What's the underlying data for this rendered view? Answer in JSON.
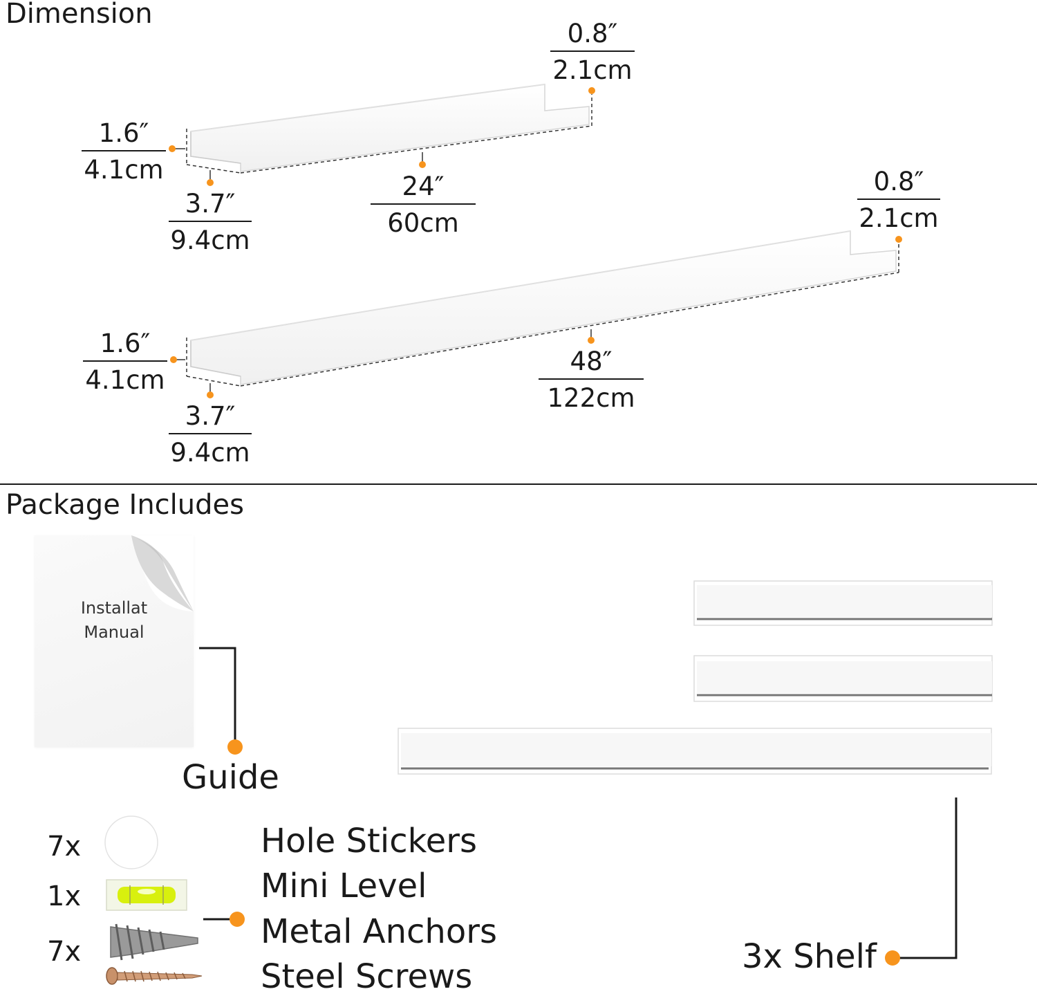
{
  "sections": {
    "dimension_title": "Dimension",
    "package_title": "Package Includes"
  },
  "shelf_24": {
    "lip": {
      "inch": "0.8″",
      "cm": "2.1cm"
    },
    "height": {
      "inch": "1.6″",
      "cm": "4.1cm"
    },
    "depth": {
      "inch": "3.7″",
      "cm": "9.4cm"
    },
    "length": {
      "inch": "24″",
      "cm": "60cm"
    }
  },
  "shelf_48": {
    "lip": {
      "inch": "0.8″",
      "cm": "2.1cm"
    },
    "height": {
      "inch": "1.6″",
      "cm": "4.1cm"
    },
    "depth": {
      "inch": "3.7″",
      "cm": "9.4cm"
    },
    "length": {
      "inch": "48″",
      "cm": "122cm"
    }
  },
  "package": {
    "manual_line1": "Installat",
    "manual_line2": "Manual",
    "guide_label": "Guide",
    "hardware": [
      {
        "count": "7x",
        "label": "Hole Stickers"
      },
      {
        "count": "1x",
        "label": "Mini Level"
      },
      {
        "count": "7x",
        "label": "Metal Anchors"
      },
      {
        "count": "",
        "label": "Steel Screws"
      }
    ],
    "shelf_label": "3x Shelf"
  },
  "colors": {
    "accent": "#f7941d",
    "line": "#1a1a1a",
    "shelf_fill": "#ffffff",
    "shelf_edge": "#cfcfcf"
  }
}
